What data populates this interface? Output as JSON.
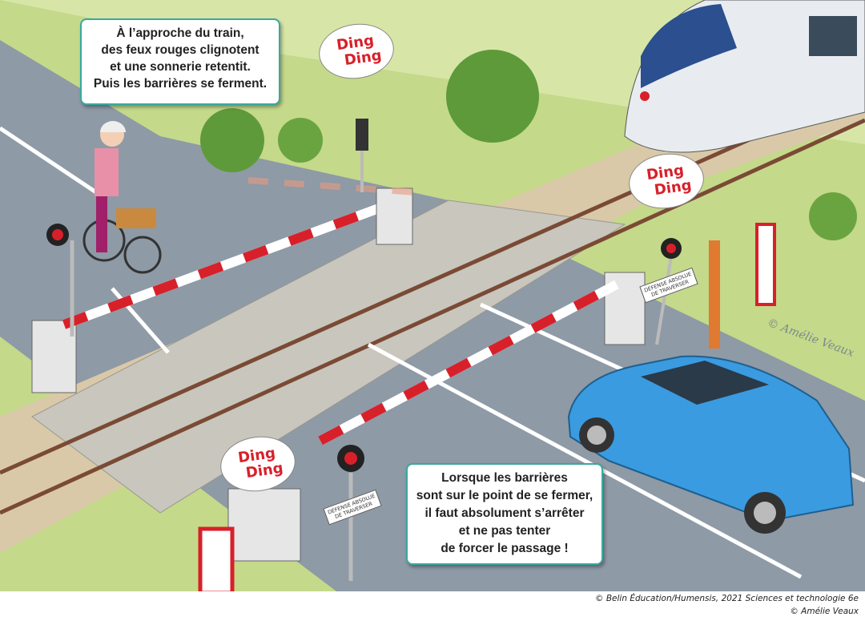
{
  "top_note": {
    "lines": [
      "À l’approche du train,",
      "des feux rouges clignotent",
      "et une sonnerie retentit.",
      "Puis les barrières se ferment."
    ]
  },
  "bottom_note": {
    "lines": [
      "Lorsque les barrières",
      "sont sur le point de se fermer,",
      "il faut absolument s’arrêter",
      "et ne pas tenter",
      "de forcer le passage !"
    ]
  },
  "bubbles": [
    {
      "line1": "Ding",
      "line2": "Ding"
    },
    {
      "line1": "Ding",
      "line2": "Ding"
    },
    {
      "line1": "Ding",
      "line2": "Ding"
    }
  ],
  "signs": [
    {
      "line1": "DÉFENSE ABSOLUE",
      "line2": "DE TRAVERSER"
    },
    {
      "line1": "DÉFENSE ABSOLUE",
      "line2": "DE TRAVERSER"
    }
  ],
  "watermark": "© Amélie Veaux",
  "credits": {
    "line1": "© Belin Éducation/Humensis, 2021 Sciences et technologie 6e",
    "line2": "© Amélie Veaux"
  },
  "colors": {
    "grass": "#b9d27a",
    "road": "#8e9aa6",
    "accent": "#3aa8a0",
    "barrier_red": "#d8202a",
    "car": "#3a9be0"
  }
}
